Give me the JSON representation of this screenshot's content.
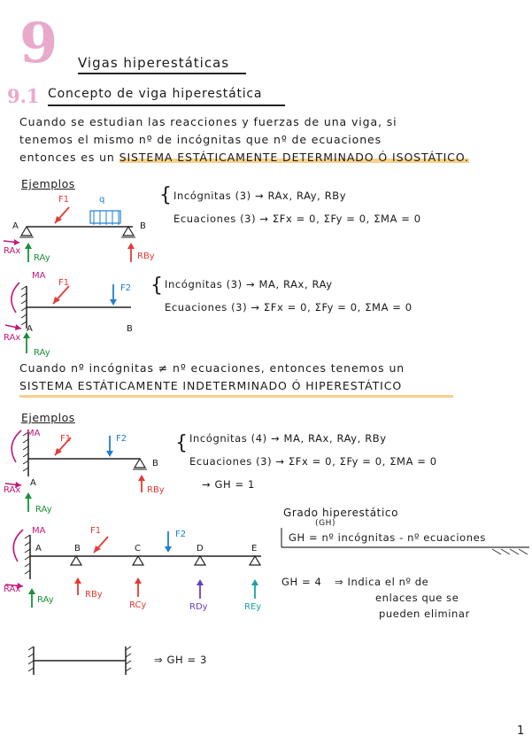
{
  "chapter": {
    "number": "9",
    "title": "Vigas hiperestáticas"
  },
  "section": {
    "number": "9.1",
    "title": "Concepto de viga hiperestática"
  },
  "intro": {
    "line1": "Cuando se estudian las reacciones y fuerzas de una viga, si",
    "line2": "tenemos el mismo nº de incógnitas que nº de ecuaciones",
    "line3_pre": "entonces es un",
    "line3_hl": "SISTEMA ESTÁTICAMENTE DETERMINADO Ó ISOSTÁTICO."
  },
  "ejemplos_label": "Ejemplos",
  "ex1": {
    "incognitas": "Incógnitas (3) → RAx, RAy, RBy",
    "ecuaciones": "Ecuaciones (3) → ΣFx = 0, ΣFy = 0, ΣMA = 0",
    "labels": {
      "F1": "F1",
      "q": "q",
      "A": "A",
      "B": "B",
      "RAx": "RAx",
      "RAy": "RAy",
      "RBy": "RBy"
    }
  },
  "ex2": {
    "incognitas": "Incógnitas (3) → MA, RAx, RAy",
    "ecuaciones": "Ecuaciones (3) → ΣFx = 0, ΣFy = 0, ΣMA = 0",
    "labels": {
      "MA": "MA",
      "F1": "F1",
      "F2": "F2",
      "A": "A",
      "B": "B",
      "RAx": "RAx",
      "RAy": "RAy"
    }
  },
  "hyper": {
    "line1": "Cuando nº incógnitas ≠ nº ecuaciones, entonces tenemos un",
    "line2": "SISTEMA ESTÁTICAMENTE INDETERMINADO Ó HIPERESTÁTICO"
  },
  "ex3": {
    "incognitas": "Incógnitas (4) → MA, RAx, RAy, RBy",
    "ecuaciones": "Ecuaciones (3) → ΣFx = 0, ΣFy = 0, ΣMA = 0",
    "gh": "→ GH = 1",
    "labels": {
      "MA": "MA",
      "F1": "F1",
      "F2": "F2",
      "A": "A",
      "B": "B",
      "RAx": "RAx",
      "RAy": "RAy",
      "RBy": "RBy"
    }
  },
  "grado": {
    "title": "Grado hiperestático",
    "abbr": "(GH)",
    "formula": "GH = nº incógnitas - nº ecuaciones"
  },
  "ex4": {
    "gh": "GH = 4",
    "note1": "⇒ Indica el nº de",
    "note2": "enlaces que se",
    "note3": "pueden eliminar",
    "labels": {
      "MA": "MA",
      "F1": "F1",
      "F2": "F2",
      "A": "A",
      "B": "B",
      "C": "C",
      "D": "D",
      "E": "E",
      "RAx": "RAx",
      "RAy": "RAy",
      "RBy": "RBy",
      "RCy": "RCy",
      "RDy": "RDy",
      "REy": "REy"
    }
  },
  "ex5": {
    "gh": "⇒ GH = 3"
  },
  "page_number": "1",
  "colors": {
    "pink": "#e9a9cb",
    "red": "#e53935",
    "green": "#1b8f3a",
    "blue": "#1e7fd0",
    "highlight": "#f7d08a"
  }
}
